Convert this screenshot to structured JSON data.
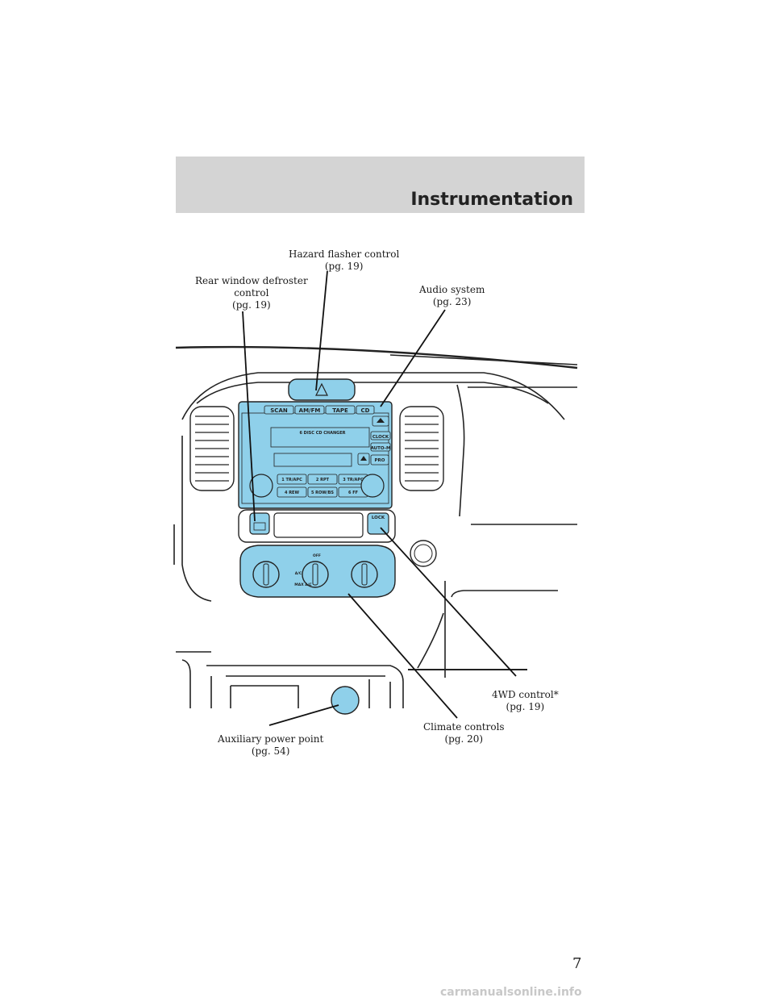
{
  "header": {
    "title": "Instrumentation"
  },
  "callouts": {
    "hazard": {
      "line1": "Hazard flasher control",
      "line2": "(pg. 19)"
    },
    "rear_defroster": {
      "line1": "Rear window defroster",
      "line2": "control",
      "line3": "(pg. 19)"
    },
    "audio": {
      "line1": "Audio system",
      "line2": "(pg. 23)"
    },
    "fwd": {
      "line1": "4WD control*",
      "line2": "(pg. 19)"
    },
    "climate": {
      "line1": "Climate controls",
      "line2": "(pg. 20)"
    },
    "aux_power": {
      "line1": "Auxiliary power point",
      "line2": "(pg. 54)"
    }
  },
  "radio": {
    "buttons_top": [
      "SCAN",
      "AM/FM",
      "TAPE",
      "CD"
    ],
    "buttons_right": [
      "CLOCK",
      "AUTO-M"
    ],
    "cd_label": "6 DISC CD CHANGER",
    "presets_row1": [
      "1 TR/APC",
      "2 RPT",
      "3 TR/APC"
    ],
    "presets_row2": [
      "4 REW",
      "5 ROW/BS",
      "6 FF"
    ],
    "pro_label": "PRO",
    "lock_label": "LOCK"
  },
  "climate_labels": {
    "off": "OFF",
    "ac": "A/C",
    "max_ac": "MAX A/C"
  },
  "colors": {
    "highlight": "#8fd0ea",
    "header": "#d4d4d4"
  },
  "page_number": "7",
  "watermark": "carmanualsonline.info"
}
